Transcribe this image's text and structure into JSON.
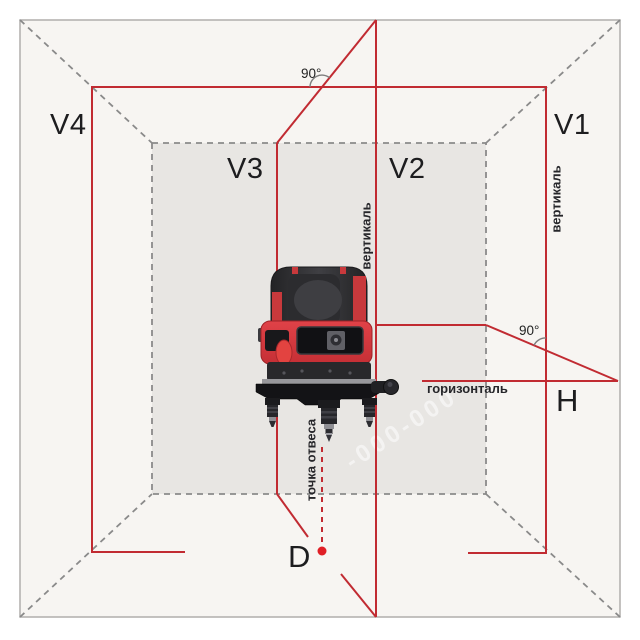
{
  "diagram": {
    "title_hint": "laser-level-projection-scheme",
    "labels": {
      "v1": "V1",
      "v2": "V2",
      "v3": "V3",
      "v4": "V4",
      "h": "H",
      "d": "D",
      "angle_top": "90°",
      "angle_right": "90°",
      "vertical_v1": "вертикаль",
      "vertical_v2": "вертикаль",
      "horizontal": "горизонталь",
      "plumb_point": "точка отвеса",
      "watermark": "-000-000"
    },
    "colors": {
      "laser_line_red": "#c12b32",
      "plumb_dot_red": "#e01f26",
      "device_accent_red": "#d6393d",
      "far_wall_gray": "#e8e6e3",
      "room_cream": "#f7f5f2",
      "dashed_edge_gray": "#8a8a8a",
      "outer_border_gray": "#b0aeac",
      "label_black": "#1d1d1f"
    }
  }
}
